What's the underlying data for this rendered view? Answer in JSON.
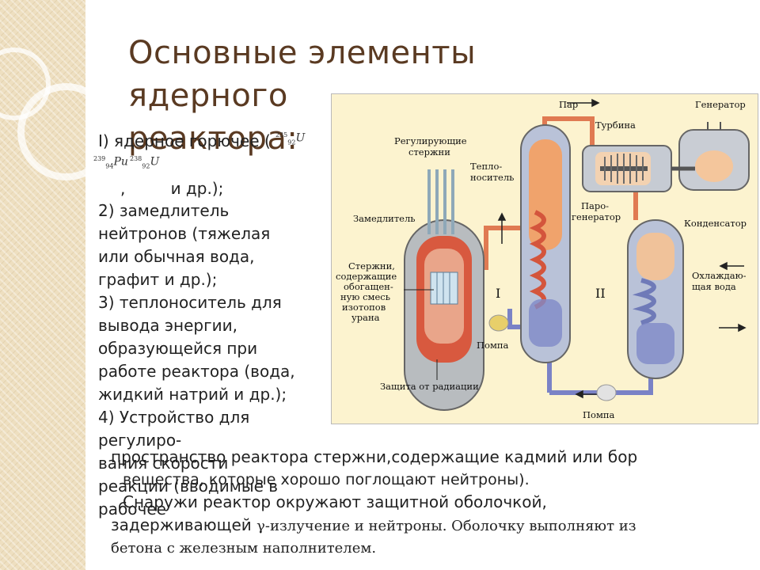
{
  "title": [
    "Основные элементы ядерного",
    "реактора:"
  ],
  "list": {
    "l1": "I) ядерное горючее (",
    "l2": ",         и др.);",
    "l3": "2) замедлитель",
    "l4": "нейтронов (тяжелая",
    "l5": "или обычная вода,",
    "l6": "графит и др.);",
    "l7": "3) теплоноситель для",
    "l8": "вывода энергии,",
    "l9": "образующейся при",
    "l10": "работе реактора (вода,",
    "l11": "жидкий натрий и др.);",
    "l12": "4) Устройство для",
    "l13": "регулиро-",
    "l14": "вания скорости",
    "l15": "реакции (вводимые в",
    "l16": "рабочее"
  },
  "isotopes": {
    "u235": {
      "mass": "235",
      "z": "92",
      "sym": "U"
    },
    "pu239": {
      "mass": "239",
      "z": "94",
      "sym": "Pu"
    },
    "u238": {
      "mass": "238",
      "z": "92",
      "sym": "U"
    }
  },
  "bottom": {
    "b1": "пространство реактора стержни,содержащие кадмий или бор",
    "b2": "вещества, которые хорошо поглощают нейтроны).",
    "b3": "Снаружи реактор окружают защитной оболочкой,",
    "b4a": "задерживающей ",
    "b4b": "γ-излучение и нейтроны. Оболочку выполняют из",
    "b5": "бетона с железным наполнителем."
  },
  "diagram": {
    "par": "Пар",
    "turbina": "Турбина",
    "generator": "Генератор",
    "reg1": "Регулирующие",
    "reg2": "стержни",
    "teplo1": "Тепло-",
    "teplo2": "носитель",
    "zamed": "Замедлитель",
    "paro1": "Паро-",
    "paro2": "генератор",
    "kond": "Конденсатор",
    "rods1": "Стержни,",
    "rods2": "содержащие",
    "rods3": "обогащен-",
    "rods4": "ную смесь",
    "rods5": "изотопов",
    "rods6": "урана",
    "pompa1": "Помпа",
    "cool1": "Охлаждаю-",
    "cool2": "щая вода",
    "zasch": "Защита от радиации",
    "pompa2": "Помпа",
    "roman1": "I",
    "roman2": "II"
  },
  "colors": {
    "title": "#5a3a22",
    "diagram_bg": "#fcf3cf",
    "hot_pipe": "#e07a52",
    "cold_pipe": "#7a82c6"
  }
}
